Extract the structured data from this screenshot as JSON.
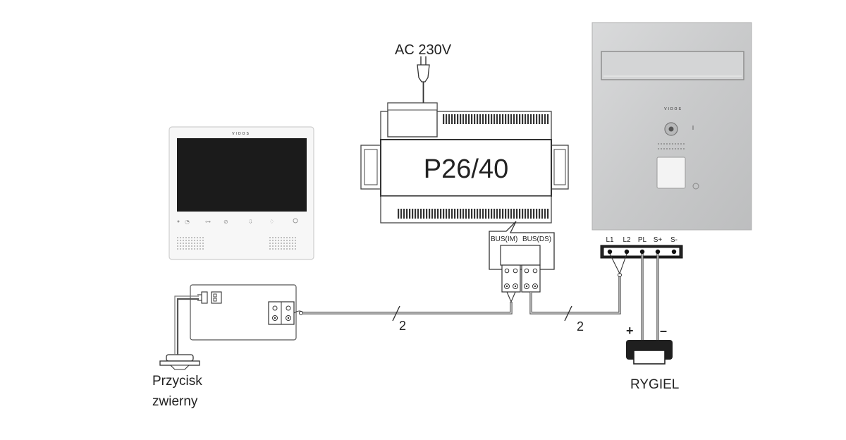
{
  "power": {
    "label": "AC 230V"
  },
  "power_supply": {
    "model": "P26/40"
  },
  "terminal_block": {
    "bus_im": "BUS(IM)",
    "bus_ds": "BUS(DS)"
  },
  "monitor": {
    "brand": "VIDOS"
  },
  "door_station": {
    "brand": "VIDOS"
  },
  "door_terminals": [
    "L1",
    "L2",
    "PL",
    "S+",
    "S-"
  ],
  "wire_counts": {
    "left": "2",
    "right": "2"
  },
  "lock": {
    "plus": "+",
    "minus": "–",
    "label": "RYGIEL"
  },
  "exit_button": {
    "label_line1": "Przycisk",
    "label_line2": "zwierny"
  }
}
